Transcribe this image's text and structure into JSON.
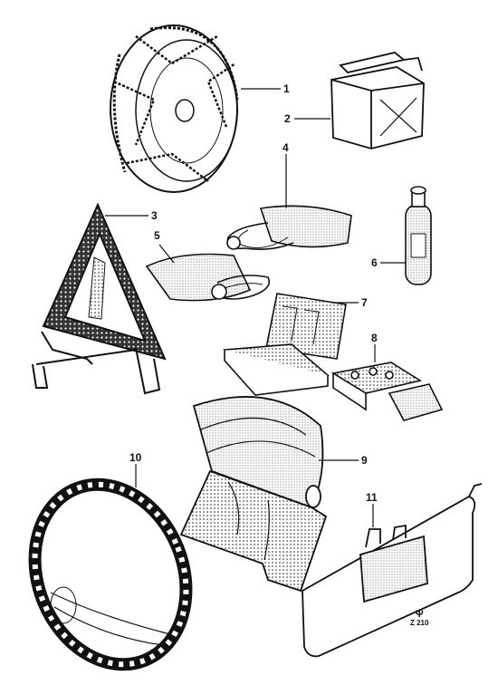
{
  "callouts": {
    "c1": "1",
    "c2": "2",
    "c3": "3",
    "c4": "4",
    "c5": "5",
    "c6": "6",
    "c7": "7",
    "c8": "8",
    "c9": "9",
    "c10": "10",
    "c11": "11"
  },
  "reference": {
    "symbol": "Ψ",
    "code": "Z 210"
  },
  "colors": {
    "ink": "#111111",
    "paper": "#ffffff",
    "shade": "#bdbdbd"
  }
}
